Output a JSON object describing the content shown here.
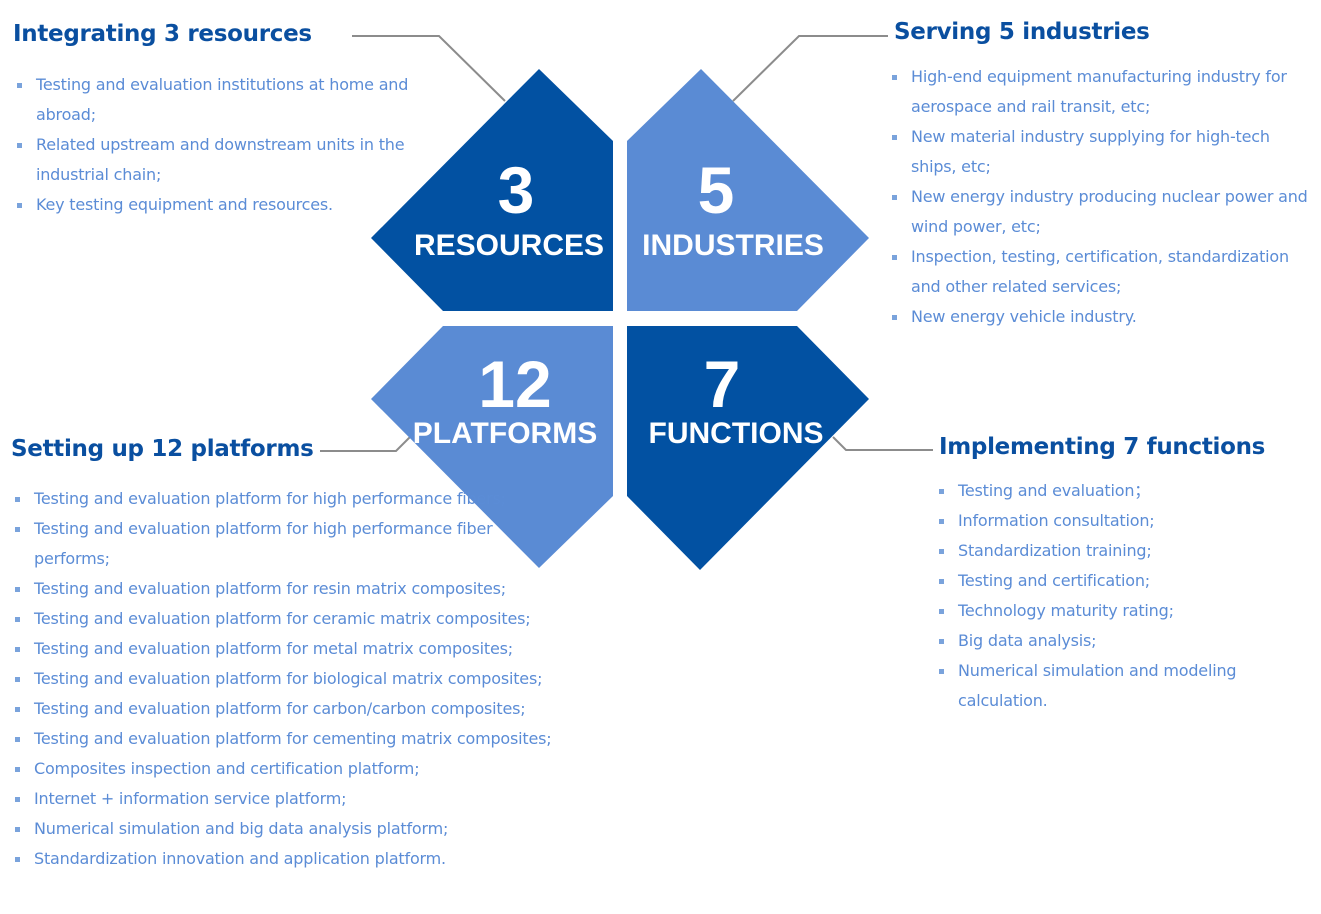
{
  "colors": {
    "dark_blue": "#0251a2",
    "light_blue": "#5a8bd4",
    "heading": "#0a4fa0",
    "item_text": "#5b8cd6",
    "connector": "#8c8c8c"
  },
  "quadrants": {
    "resources": {
      "number": "3",
      "label": "RESOURCES",
      "color": "dark_blue"
    },
    "industries": {
      "number": "5",
      "label": "INDUSTRIES",
      "color": "light_blue"
    },
    "platforms": {
      "number": "12",
      "label": "PLATFORMS",
      "color": "light_blue"
    },
    "functions": {
      "number": "7",
      "label": "FUNCTIONS",
      "color": "dark_blue"
    }
  },
  "sections": {
    "resources": {
      "heading": "Integrating 3 resources",
      "items": [
        "Testing and evaluation institutions at home and abroad;",
        "Related upstream and downstream units in the industrial chain;",
        "Key testing equipment and resources."
      ]
    },
    "industries": {
      "heading": "Serving 5 industries",
      "items": [
        "High-end equipment manufacturing industry for aerospace and rail transit, etc;",
        "New material industry supplying for high-tech ships, etc;",
        "New energy industry producing nuclear power and wind power, etc;",
        "Inspection, testing, certification, standardization and other related services;",
        "New energy vehicle industry."
      ]
    },
    "platforms": {
      "heading": "Setting up 12 platforms",
      "items": [
        "Testing and evaluation platform for high performance fibers;",
        "Testing and evaluation platform for high performance fiber performs;",
        "Testing and evaluation platform for resin matrix composites;",
        "Testing and evaluation platform for ceramic matrix composites;",
        "Testing and evaluation platform for metal matrix composites;",
        "Testing and evaluation platform for biological matrix composites;",
        "Testing and evaluation platform for carbon/carbon composites;",
        "Testing and evaluation platform for cementing matrix composites;",
        "Composites inspection and certification platform;",
        "Internet + information service platform;",
        "Numerical simulation and big data analysis platform;",
        "Standardization innovation and application platform."
      ]
    },
    "functions": {
      "heading": "Implementing 7 functions",
      "items": [
        "Testing and evaluation；",
        "Information consultation;",
        "Standardization training;",
        "Testing and certification;",
        "Technology maturity rating;",
        "Big data analysis;",
        "Numerical simulation and modeling calculation."
      ]
    }
  }
}
